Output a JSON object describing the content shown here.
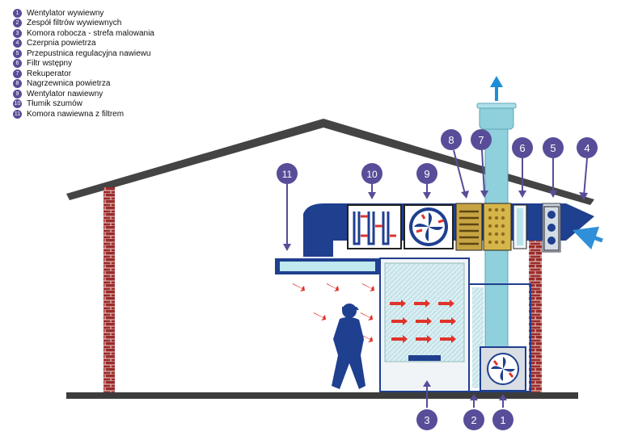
{
  "legend": [
    {
      "num": "1",
      "label": "Wentylator wywiewny"
    },
    {
      "num": "2",
      "label": "Zespół filtrów wywiewnych"
    },
    {
      "num": "3",
      "label": "Komora robocza - strefa malowania"
    },
    {
      "num": "4",
      "label": "Czerpnia powietrza"
    },
    {
      "num": "5",
      "label": "Przepustnica regulacyjna nawiewu"
    },
    {
      "num": "6",
      "label": "Filtr wstępny"
    },
    {
      "num": "7",
      "label": "Rekuperator"
    },
    {
      "num": "8",
      "label": "Nagrzewnica powietrza"
    },
    {
      "num": "9",
      "label": "Wentylator nawiewny"
    },
    {
      "num": "10",
      "label": "Tłumik szumów"
    },
    {
      "num": "11",
      "label": "Komora nawiewna z filtrem"
    }
  ],
  "callouts": {
    "c1": "1",
    "c2": "2",
    "c3": "3",
    "c4": "4",
    "c5": "5",
    "c6": "6",
    "c7": "7",
    "c8": "8",
    "c9": "9",
    "c10": "10",
    "c11": "11"
  },
  "colors": {
    "duct_dark": "#1f3f8f",
    "duct_light": "#8fd0dc",
    "badge": "#574d98",
    "arrow_red": "#e0332b",
    "brick": "#9c2b2b",
    "floor": "#3c3c3c"
  }
}
